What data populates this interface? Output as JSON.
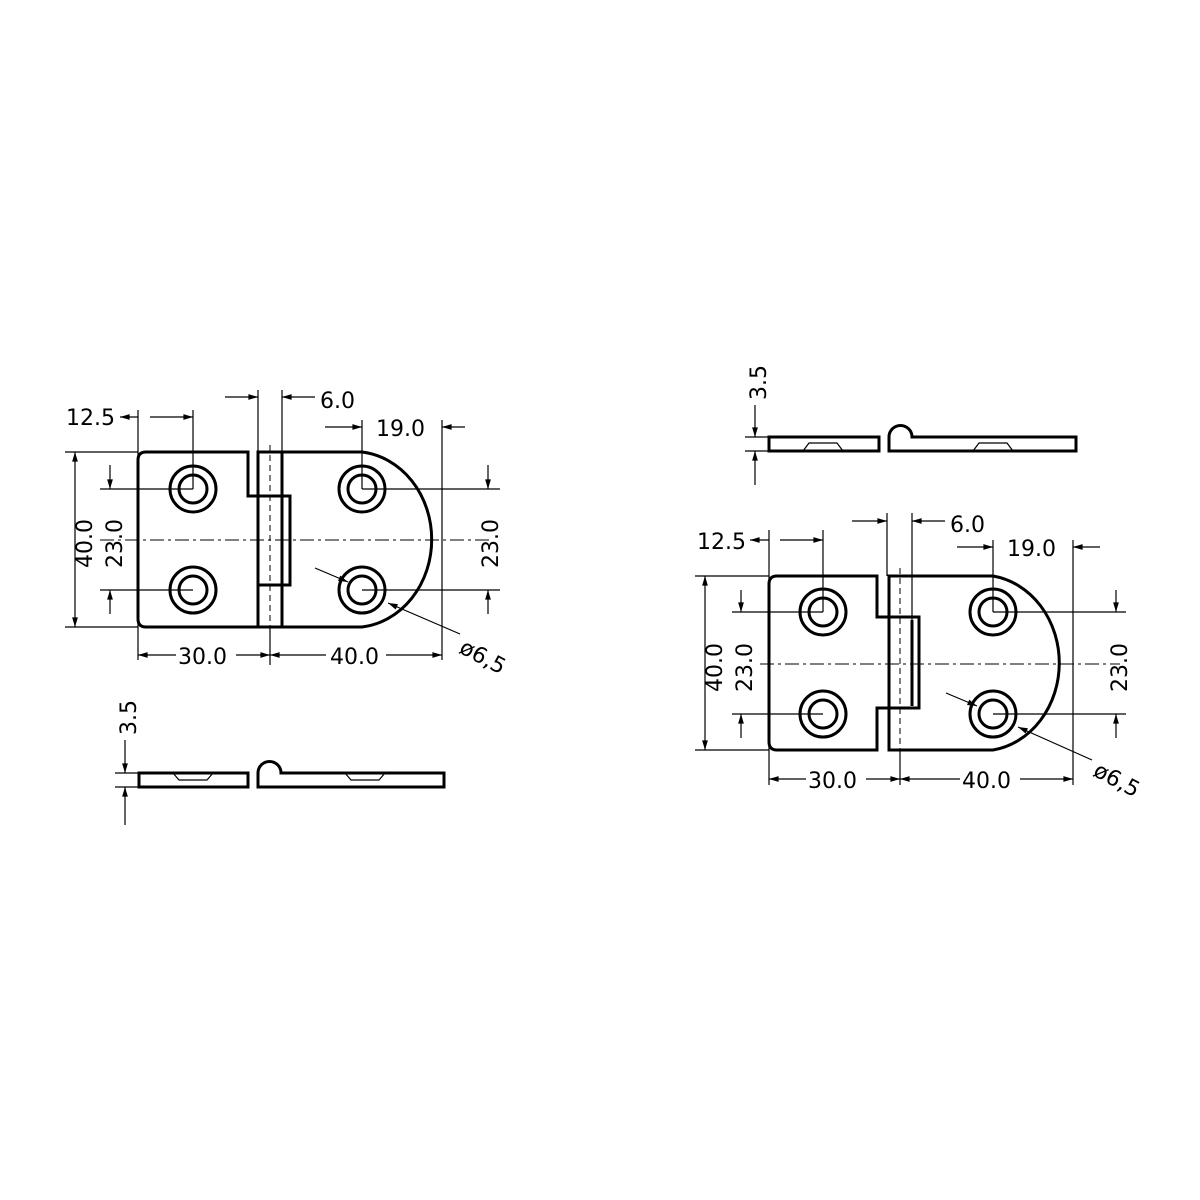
{
  "drawing": {
    "subject": "Hinge technical drawing",
    "units": "mm",
    "line_color": "#000000",
    "background": "#ffffff"
  },
  "views": [
    {
      "id": "left",
      "variant": "straight-knuckle",
      "plan": {
        "dims": {
          "hole_offset": "12.5",
          "knuckle_width": "6.0",
          "hole_to_edge": "19.0",
          "overall_height": "40.0",
          "hole_spacing_left": "23.0",
          "hole_spacing_right": "23.0",
          "left_leaf_width": "30.0",
          "right_leaf_width": "40.0",
          "hole_diameter": "ø6,5"
        }
      },
      "side": {
        "dims": {
          "thickness": "3.5"
        }
      }
    },
    {
      "id": "right",
      "variant": "offset-knuckle",
      "plan": {
        "dims": {
          "hole_offset": "12.5",
          "knuckle_width": "6.0",
          "hole_to_edge": "19.0",
          "overall_height": "40.0",
          "hole_spacing_left": "23.0",
          "hole_spacing_right": "23.0",
          "left_leaf_width": "30.0",
          "right_leaf_width": "40.0",
          "hole_diameter": "ø6,5"
        }
      },
      "side": {
        "dims": {
          "thickness": "3.5"
        }
      }
    }
  ]
}
